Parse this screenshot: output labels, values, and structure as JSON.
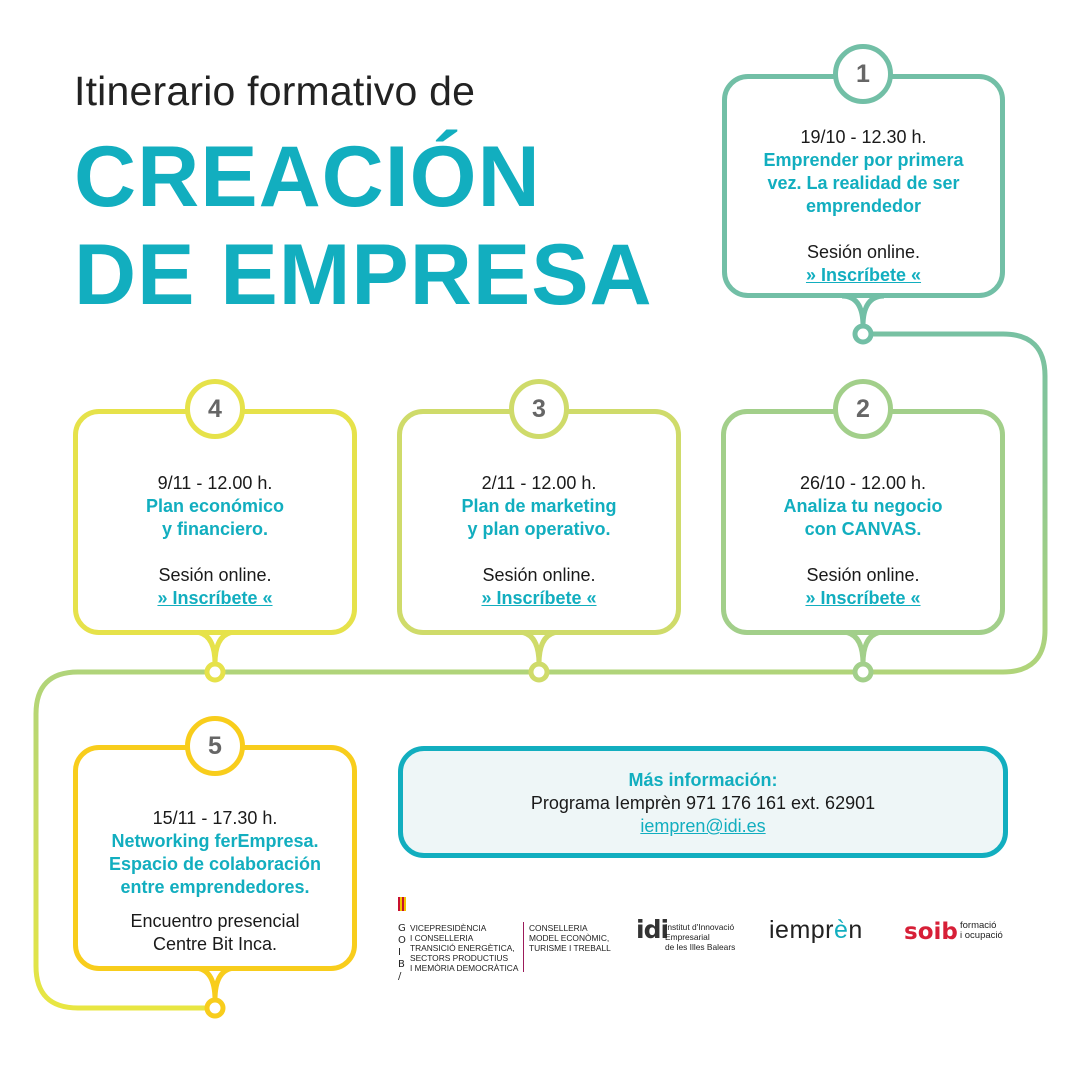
{
  "header": {
    "subtitle": "Itinerario formativo de",
    "title_line1": "CREACIÓN",
    "title_line2": "DE EMPRESA"
  },
  "colors": {
    "accent": "#12aebf",
    "step1": "#72bfa6",
    "step2": "#a2cf8a",
    "step3": "#cfdb6a",
    "step4": "#e6e24a",
    "step5": "#f8cd1c",
    "track_end": "#f4ea36"
  },
  "steps": [
    {
      "number": "1",
      "date": "19/10 - 12.30 h.",
      "topic_lines": [
        "Emprender por primera",
        "vez. La realidad de ser",
        "emprendedor"
      ],
      "session": "Sesión online.",
      "cta": "» Inscríbete «"
    },
    {
      "number": "2",
      "date": "26/10 - 12.00 h.",
      "topic_lines": [
        "Analiza tu negocio",
        "con CANVAS."
      ],
      "session": "Sesión online.",
      "cta": "» Inscríbete «"
    },
    {
      "number": "3",
      "date": "2/11 - 12.00 h.",
      "topic_lines": [
        "Plan de marketing",
        "y plan operativo."
      ],
      "session": "Sesión online.",
      "cta": "» Inscríbete «"
    },
    {
      "number": "4",
      "date": "9/11 - 12.00 h.",
      "topic_lines": [
        "Plan económico",
        "y financiero."
      ],
      "session": "Sesión online.",
      "cta": "» Inscríbete «"
    },
    {
      "number": "5",
      "date": "15/11 - 17.30 h.",
      "topic_lines": [
        "Networking ferEmpresa.",
        "Espacio de colaboración",
        "entre emprendedores."
      ],
      "session_lines": [
        "Encuentro presencial",
        "Centre Bit Inca."
      ]
    }
  ],
  "info": {
    "heading": "Más información:",
    "line": "Programa Iemprèn 971 176 161 ext. 62901",
    "email": "iempren@idi.es"
  },
  "logos": {
    "goib_letters": "G\nO\nI\nB\n/",
    "goib_text": "VICEPRESIDÈNCIA\nI CONSELLERIA\nTRANSICIÓ ENERGÈTICA,\nSECTORS PRODUCTIUS\nI MEMÒRIA DEMOCRÀTICA",
    "conselleria_text": "CONSELLERIA\nMODEL ECONÒMIC,\nTURISME I TREBALL",
    "idi_mark": "idi",
    "idi_text": "Institut d'Innovació\nEmpresarial\nde les Illes Balears",
    "iempren_pre": "iempr",
    "iempren_e": "è",
    "iempren_post": "n",
    "soib_mark": "soib",
    "soib_text": "formació\ni ocupació"
  }
}
